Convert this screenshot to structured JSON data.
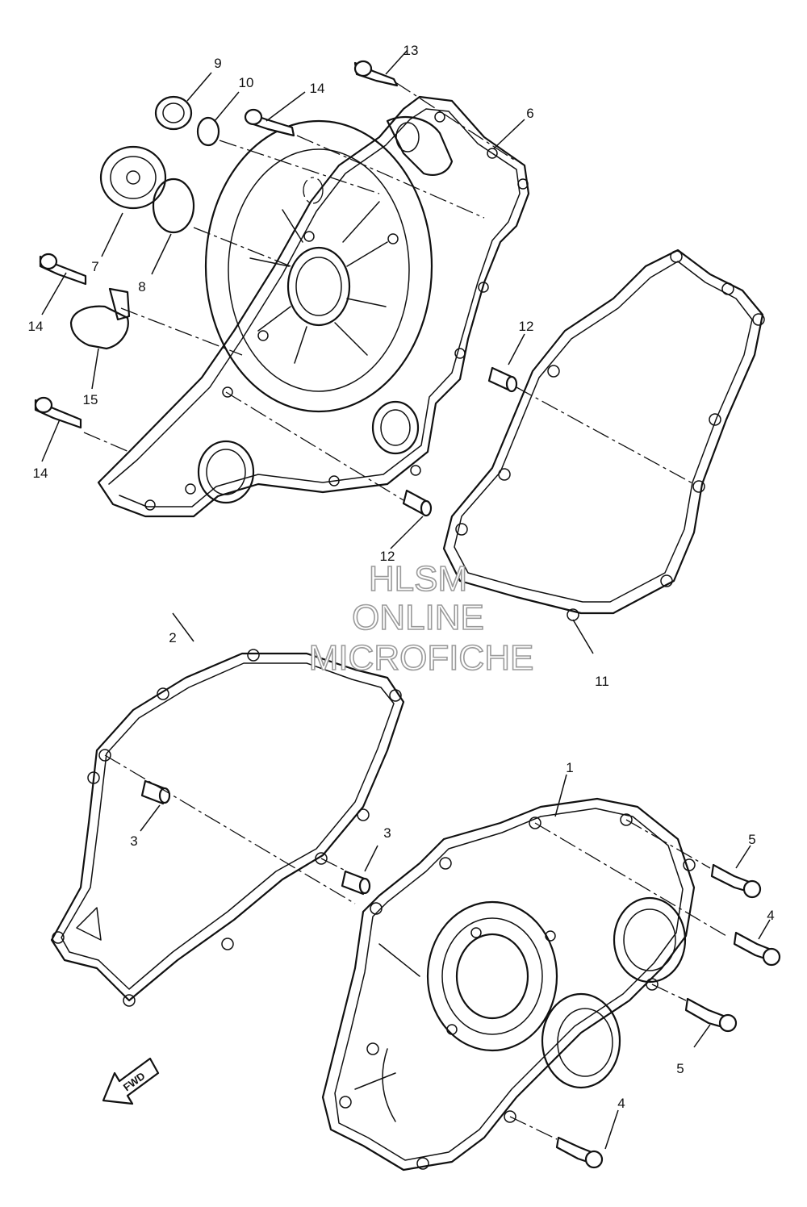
{
  "watermark": {
    "line1": "HLSM",
    "line2": "ONLINE",
    "line3": "MICROFICHE"
  },
  "callouts": {
    "c1": "1",
    "c2": "2",
    "c3a": "3",
    "c3b": "3",
    "c4a": "4",
    "c4b": "4",
    "c5a": "5",
    "c5b": "5",
    "c6": "6",
    "c7": "7",
    "c8": "8",
    "c9": "9",
    "c10": "10",
    "c11": "11",
    "c12a": "12",
    "c12b": "12",
    "c13": "13",
    "c14a": "14",
    "c14b": "14",
    "c14c": "14",
    "c15": "15"
  },
  "fwd_label": "FWD"
}
